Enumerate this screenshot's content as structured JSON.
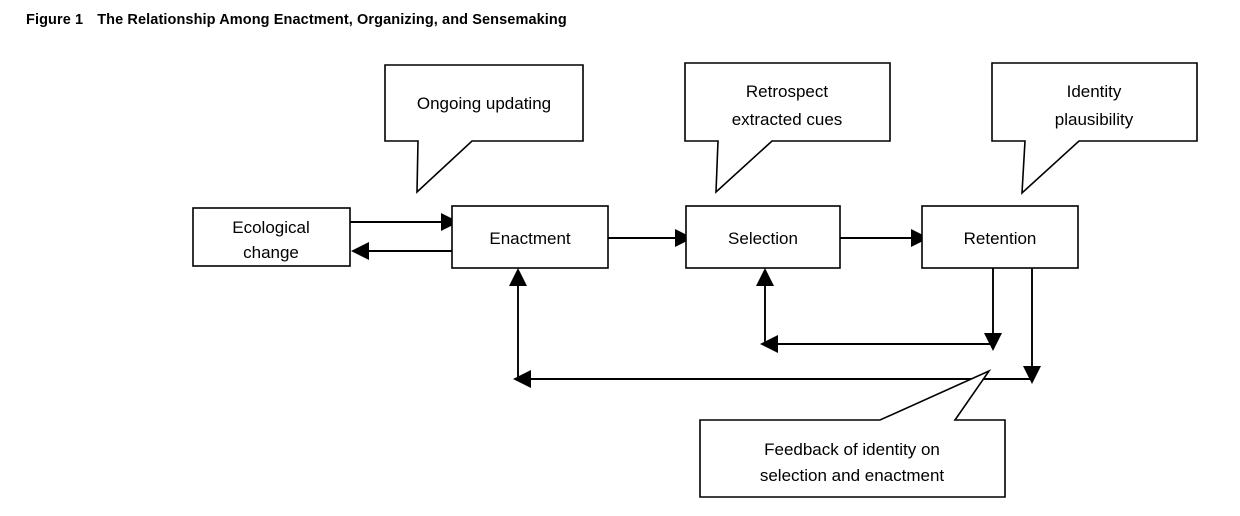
{
  "figure": {
    "label": "Figure 1",
    "title": "The Relationship Among Enactment, Organizing, and Sensemaking"
  },
  "colors": {
    "background": "#ffffff",
    "stroke": "#000000",
    "text": "#000000"
  },
  "diagram": {
    "type": "process-flow",
    "process_boxes": [
      {
        "id": "ecological-change",
        "line1": "Ecological",
        "line2": "change"
      },
      {
        "id": "enactment",
        "line1": "Enactment",
        "line2": ""
      },
      {
        "id": "selection",
        "line1": "Selection",
        "line2": ""
      },
      {
        "id": "retention",
        "line1": "Retention",
        "line2": ""
      }
    ],
    "callouts": [
      {
        "id": "ongoing-updating",
        "line1": "Ongoing updating",
        "line2": "",
        "points_to": "enactment"
      },
      {
        "id": "retrospect-extracted-cues",
        "line1": "Retrospect",
        "line2": "extracted cues",
        "points_to": "selection"
      },
      {
        "id": "identity-plausibility",
        "line1": "Identity",
        "line2": "plausibility",
        "points_to": "retention"
      },
      {
        "id": "feedback-note",
        "line1": "Feedback of  identity on",
        "line2": "selection and enactment",
        "points_to": "feedback-lines"
      }
    ],
    "connectors": [
      {
        "id": "ecological-to-enactment",
        "from": "ecological-change",
        "to": "enactment",
        "direction": "right"
      },
      {
        "id": "enactment-to-ecological",
        "from": "enactment",
        "to": "ecological-change",
        "direction": "left"
      },
      {
        "id": "enactment-to-selection",
        "from": "enactment",
        "to": "selection",
        "direction": "right"
      },
      {
        "id": "selection-to-retention",
        "from": "selection",
        "to": "retention",
        "direction": "right"
      },
      {
        "id": "retention-to-selection-feedback",
        "from": "retention",
        "to": "selection",
        "direction": "down-left-up"
      },
      {
        "id": "retention-to-enactment-feedback",
        "from": "retention",
        "to": "enactment",
        "direction": "down-left-up"
      }
    ]
  }
}
